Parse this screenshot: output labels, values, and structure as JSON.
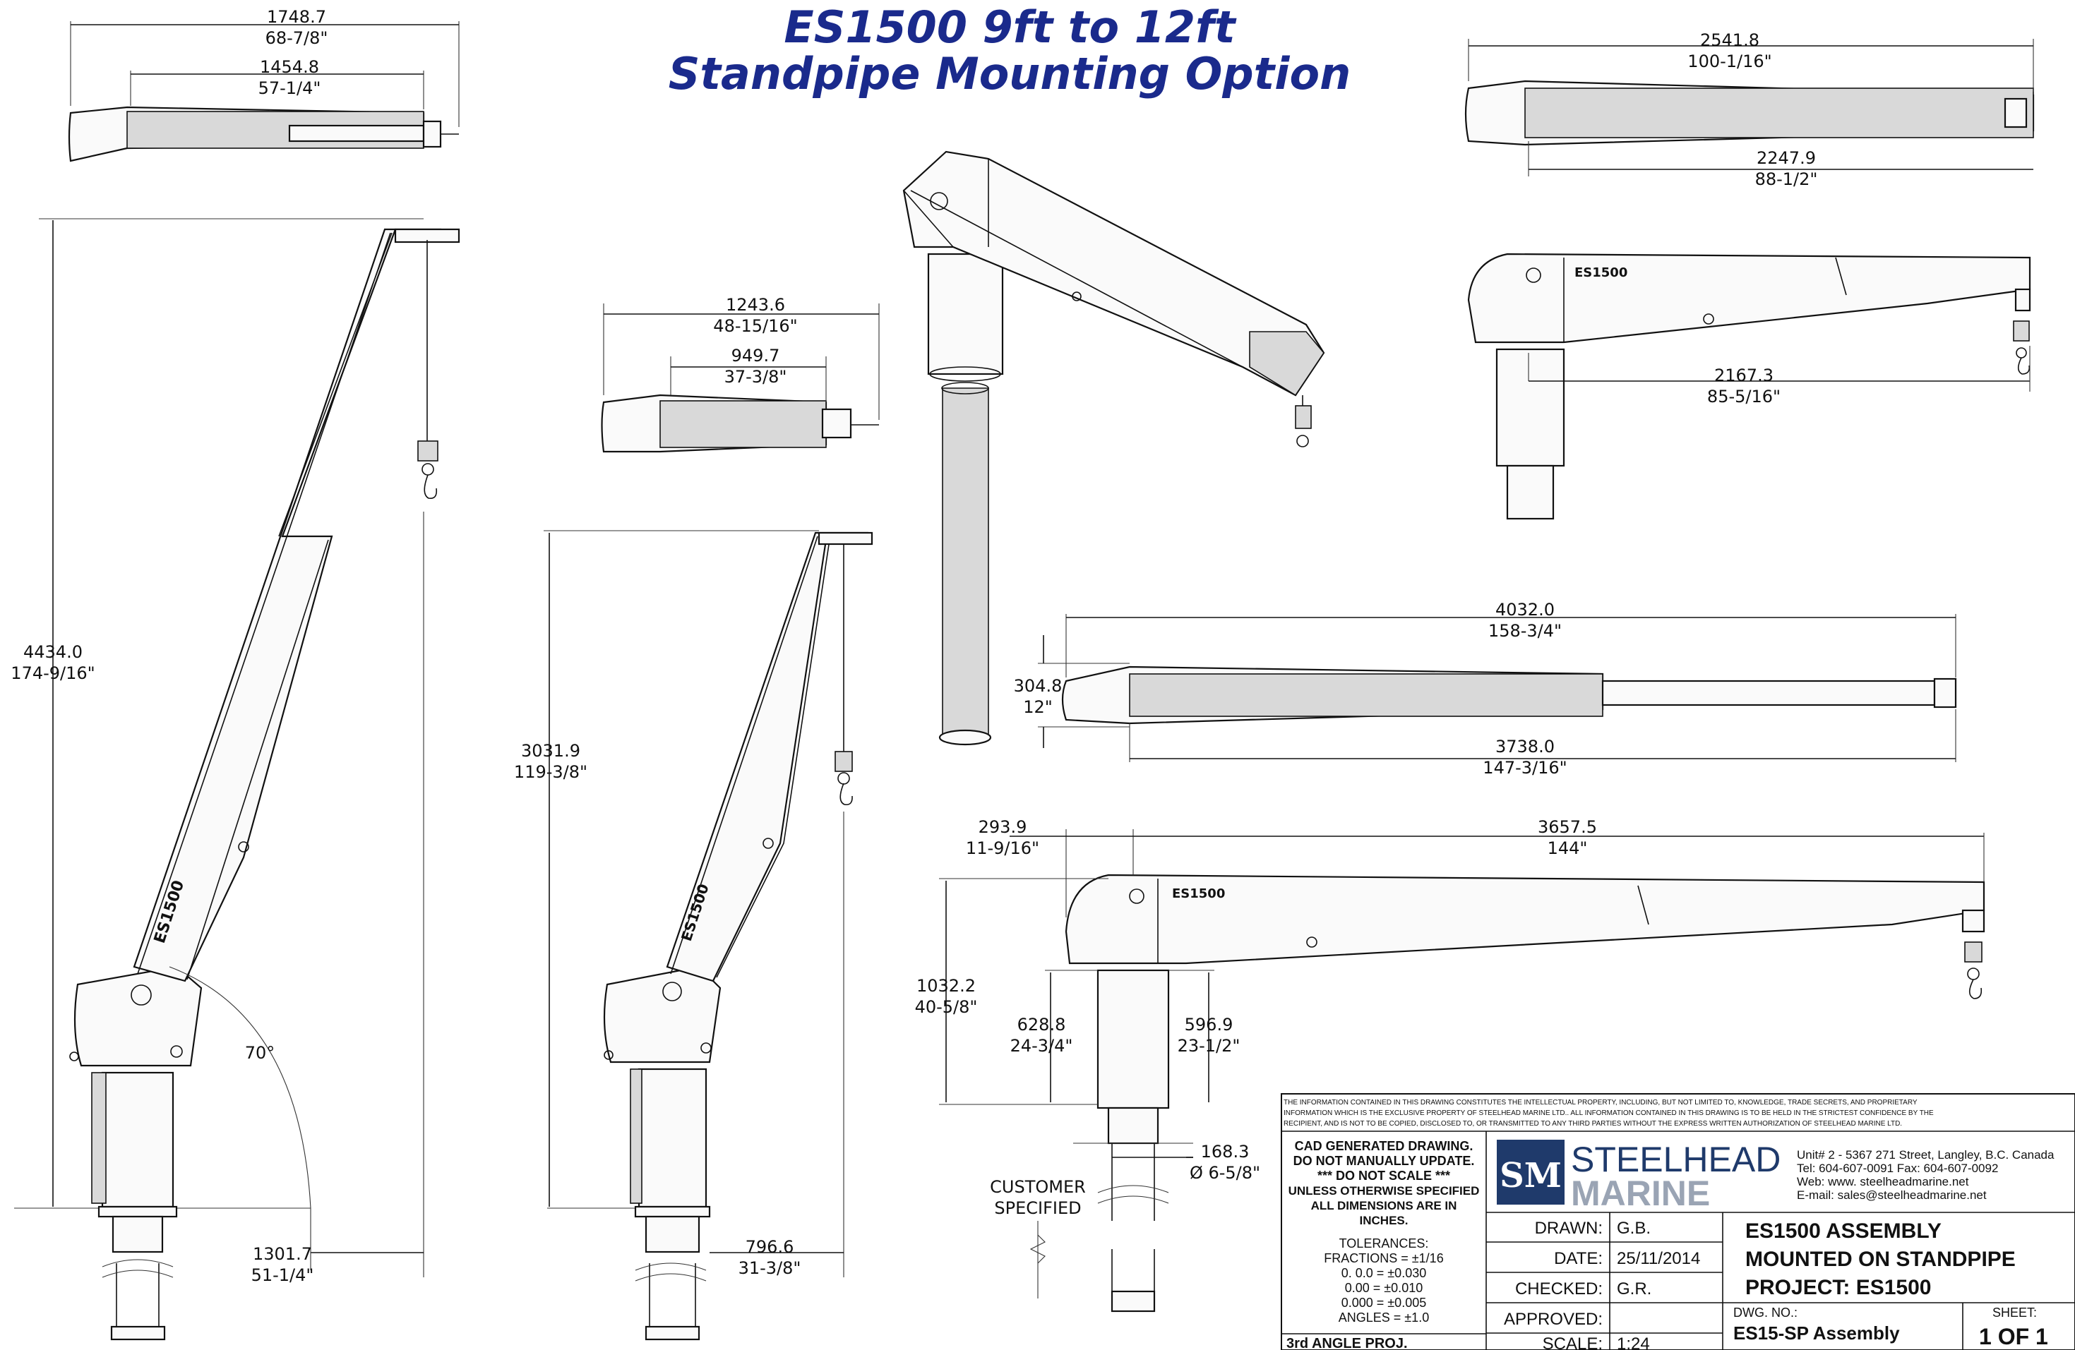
{
  "title": {
    "line1": "ES1500 9ft to 12ft",
    "line2": "Standpipe Mounting Option"
  },
  "dimensions": {
    "top_small_overall": [
      "1748.7",
      "68-7/8\""
    ],
    "top_small_inner": [
      "1454.8",
      "57-1/4\""
    ],
    "tall_height": [
      "4434.0",
      "174-9/16\""
    ],
    "tall_reach": [
      "1301.7",
      "51-1/4\""
    ],
    "tall_angle": "70°",
    "mid_top_overall": [
      "1243.6",
      "48-15/16\""
    ],
    "mid_top_inner": [
      "949.7",
      "37-3/8\""
    ],
    "mid_height": [
      "3031.9",
      "119-3/8\""
    ],
    "mid_reach": [
      "796.6",
      "31-3/8\""
    ],
    "right_top_overall": [
      "2541.8",
      "100-1/16\""
    ],
    "right_top_inner": [
      "2247.9",
      "88-1/2\""
    ],
    "right_side_reach": [
      "2167.3",
      "85-5/16\""
    ],
    "ext_top_overall": [
      "4032.0",
      "158-3/4\""
    ],
    "ext_top_height": [
      "304.8",
      "12\""
    ],
    "ext_top_inner": [
      "3738.0",
      "147-3/16\""
    ],
    "ext_side_offset": [
      "293.9",
      "11-9/16\""
    ],
    "ext_side_reach": [
      "3657.5",
      "144\""
    ],
    "ext_side_height": [
      "1032.2",
      "40-5/8\""
    ],
    "ext_side_h1": [
      "628.8",
      "24-3/4\""
    ],
    "ext_side_h2": [
      "596.9",
      "23-1/2\""
    ],
    "pipe_dia": [
      "168.3",
      "Ø 6-5/8\""
    ],
    "customer_note": [
      "CUSTOMER",
      "SPECIFIED"
    ],
    "brand_mark": "ES1500"
  },
  "title_block": {
    "disclaimer": [
      "THE INFORMATION CONTAINED IN THIS DRAWING CONSTITUTES THE INTELLECTUAL PROPERTY, INCLUDING, BUT NOT LIMITED TO, KNOWLEDGE, TRADE SECRETS, AND PROPRIETARY",
      "INFORMATION WHICH IS THE EXCLUSIVE PROPERTY OF STEELHEAD MARINE LTD.. ALL INFORMATION CONTAINED IN THIS DRAWING IS TO BE HELD IN THE STRICTEST CONFIDENCE BY THE",
      "RECIPIENT, AND IS NOT TO BE COPIED, DISCLOSED TO, OR TRANSMITTED TO ANY THIRD PARTIES WITHOUT THE EXPRESS WRITTEN AUTHORIZATION OF STEELHEAD MARINE LTD."
    ],
    "cad_note": [
      "CAD GENERATED DRAWING.",
      "DO NOT MANUALLY UPDATE.",
      "***   DO NOT SCALE   ***",
      "UNLESS OTHERWISE SPECIFIED",
      "ALL DIMENSIONS ARE IN",
      "INCHES."
    ],
    "tolerances": [
      "TOLERANCES:",
      "FRACTIONS  =  ±1/16",
      "0. 0.0  =  ±0.030",
      "0.00  =  ±0.010",
      "0.000  =  ±0.005",
      "ANGLES  =  ±1.0"
    ],
    "projection": "3rd ANGLE PROJ.",
    "logo_mark": "SM",
    "company_line1": "STEELHEAD",
    "company_line2": "MARINE",
    "address": [
      "Unit# 2 - 5367 271 Street, Langley, B.C. Canada",
      "Tel: 604-607-0091   Fax: 604-607-0092",
      "Web: www. steelheadmarine.net",
      "E-mail: sales@steelheadmarine.net"
    ],
    "rows": [
      {
        "label": "DRAWN:",
        "value": "G.B."
      },
      {
        "label": "DATE:",
        "value": "25/11/2014"
      },
      {
        "label": "CHECKED:",
        "value": "G.R."
      },
      {
        "label": "APPROVED:",
        "value": ""
      },
      {
        "label": "SCALE:",
        "value": "1:24"
      }
    ],
    "description": [
      "ES1500 ASSEMBLY",
      "MOUNTED ON STANDPIPE",
      "PROJECT: ES1500"
    ],
    "dwg_label": "DWG. NO.:",
    "dwg_value": "ES15-SP Assembly",
    "sheet_label": "SHEET:",
    "sheet_value": "1 OF 1"
  }
}
